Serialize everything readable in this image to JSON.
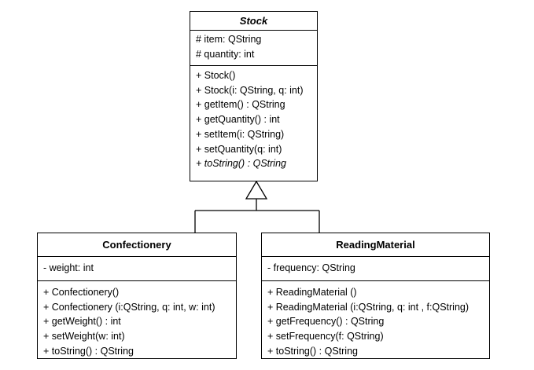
{
  "stock": {
    "name": "Stock",
    "attributes": [
      "# item: QString",
      "# quantity: int"
    ],
    "operations": [
      {
        "text": "+ Stock()",
        "italic": false
      },
      {
        "text": "+ Stock(i: QString, q: int)",
        "italic": false
      },
      {
        "text": "+ getItem() : QString",
        "italic": false
      },
      {
        "text": "+ getQuantity() : int",
        "italic": false
      },
      {
        "text": "+ setItem(i: QString)",
        "italic": false
      },
      {
        "text": "+ setQuantity(q: int)",
        "italic": false
      },
      {
        "text": "+ toString() : QString",
        "italic": true
      }
    ]
  },
  "confectionery": {
    "name": "Confectionery",
    "attributes": [
      "- weight: int"
    ],
    "operations": [
      {
        "text": "+ Confectionery()"
      },
      {
        "text": "+ Confectionery (i:QString, q: int, w: int)"
      },
      {
        "text": "+ getWeight() : int"
      },
      {
        "text": "+ setWeight(w: int)"
      },
      {
        "text": "+ toString() : QString"
      }
    ]
  },
  "reading_material": {
    "name": "ReadingMaterial",
    "attributes": [
      "- frequency: QString"
    ],
    "operations": [
      {
        "text": "+ ReadingMaterial ()"
      },
      {
        "text": "+ ReadingMaterial (i:QString, q: int , f:QString)"
      },
      {
        "text": "+ getFrequency() : QString"
      },
      {
        "text": "+ setFrequency(f: QString)"
      },
      {
        "text": "+ toString() : QString"
      }
    ]
  }
}
